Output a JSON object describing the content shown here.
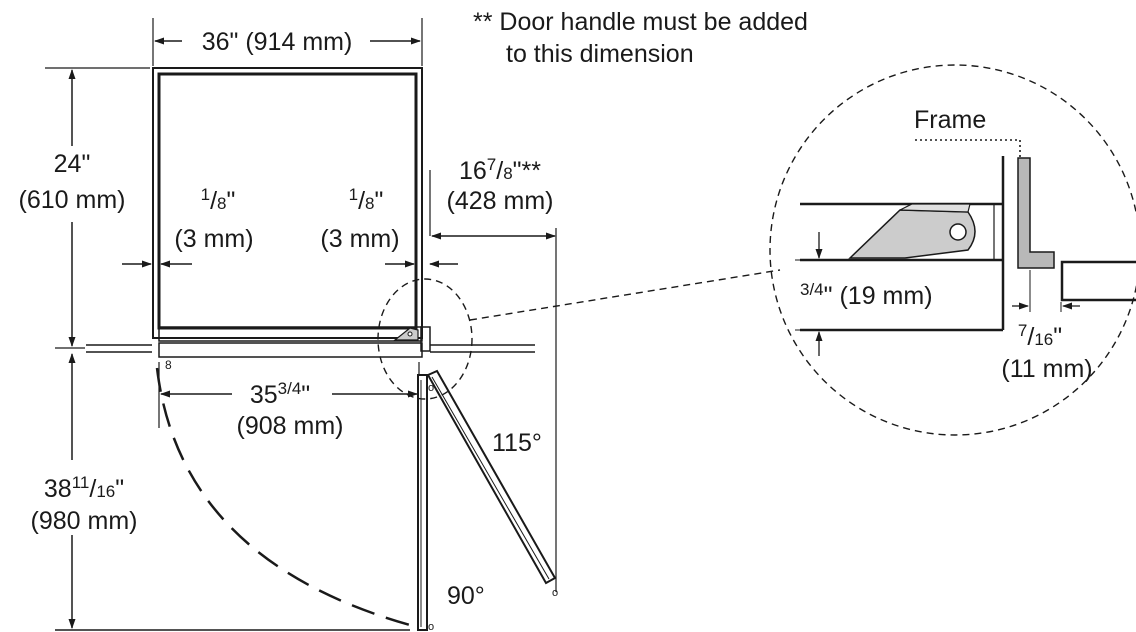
{
  "note": {
    "line1": "** Door handle must be added",
    "line2": "to this dimension"
  },
  "width": {
    "label": "36\" (914 mm)"
  },
  "height": {
    "in": "24\"",
    "mm": "(610 mm)"
  },
  "gap_left": {
    "num": "1",
    "den": "8",
    "inch": "\"",
    "mm": "(3 mm)"
  },
  "gap_right": {
    "num": "1",
    "den": "8",
    "inch": "\"",
    "mm": "(3 mm)"
  },
  "door_depth": {
    "whole": "16",
    "num": "7",
    "den": "8",
    "suffix": "\"**",
    "mm": "(428 mm)"
  },
  "inner_width": {
    "whole": "35",
    "frac": "3/4",
    "inch": "\"",
    "mm": "(908 mm)"
  },
  "swing_depth": {
    "whole": "38",
    "num": "11",
    "den": "16",
    "inch": "\"",
    "mm": "(980 mm)"
  },
  "angles": {
    "open_115": "115°",
    "open_90": "90°"
  },
  "detail": {
    "frame_label": "Frame",
    "offset": {
      "frac": "3/4",
      "rest": "\" (19 mm)"
    },
    "gap": {
      "num": "7",
      "den": "16",
      "inch": "\"",
      "mm": "(11 mm)"
    }
  }
}
